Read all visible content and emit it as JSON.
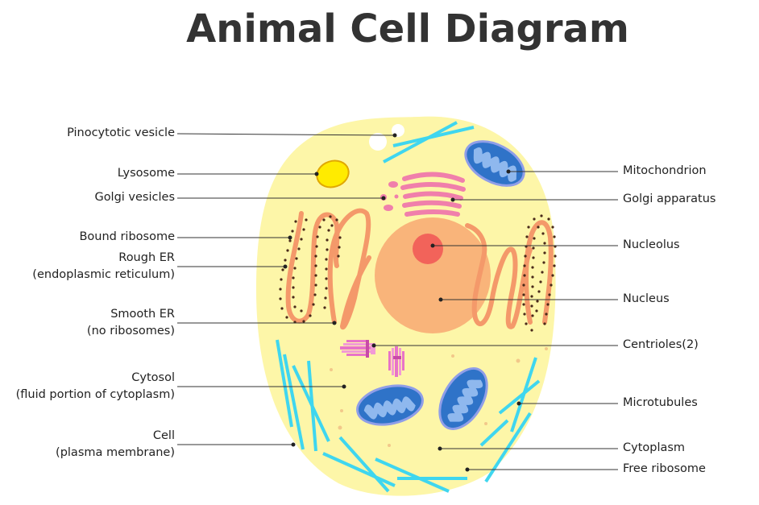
{
  "title": "Animal Cell Diagram",
  "colors": {
    "cytoplasm": "#fdf6a8",
    "nucleus": "#f9b47a",
    "nucleolus": "#f2635a",
    "er": "#f4996a",
    "ribosome_dot": "#4a2a1a",
    "golgi": "#f07fab",
    "mitochondrion_outer": "#2f73c8",
    "mitochondrion_inner": "#8fb8ee",
    "lysosome": "#ffeb00",
    "microtubule": "#3fd6ef",
    "centriole": "#e873c8",
    "leader_line": "#333333"
  },
  "labels_left": [
    {
      "id": "pinocytotic-vesicle",
      "line1": "Pinocytotic vesicle",
      "line2": ""
    },
    {
      "id": "lysosome",
      "line1": "Lysosome",
      "line2": ""
    },
    {
      "id": "golgi-vesicles",
      "line1": "Golgi vesicles",
      "line2": ""
    },
    {
      "id": "bound-ribosome",
      "line1": "Bound ribosome",
      "line2": ""
    },
    {
      "id": "rough-er",
      "line1": "Rough ER",
      "line2": "(endoplasmic reticulum)"
    },
    {
      "id": "smooth-er",
      "line1": "Smooth ER",
      "line2": "(no ribosomes)"
    },
    {
      "id": "cytosol",
      "line1": "Cytosol",
      "line2": "(fluid portion of cytoplasm)"
    },
    {
      "id": "cell",
      "line1": "Cell",
      "line2": "(plasma membrane)"
    }
  ],
  "labels_right": [
    {
      "id": "mitochondrion",
      "line1": "Mitochondrion"
    },
    {
      "id": "golgi-apparatus",
      "line1": "Golgi apparatus"
    },
    {
      "id": "nucleolus",
      "line1": "Nucleolus"
    },
    {
      "id": "nucleus",
      "line1": "Nucleus"
    },
    {
      "id": "centrioles",
      "line1": "Centrioles(2)"
    },
    {
      "id": "microtubules",
      "line1": "Microtubules"
    },
    {
      "id": "cytoplasm",
      "line1": "Cytoplasm"
    },
    {
      "id": "free-ribosome",
      "line1": "Free ribosome"
    }
  ]
}
